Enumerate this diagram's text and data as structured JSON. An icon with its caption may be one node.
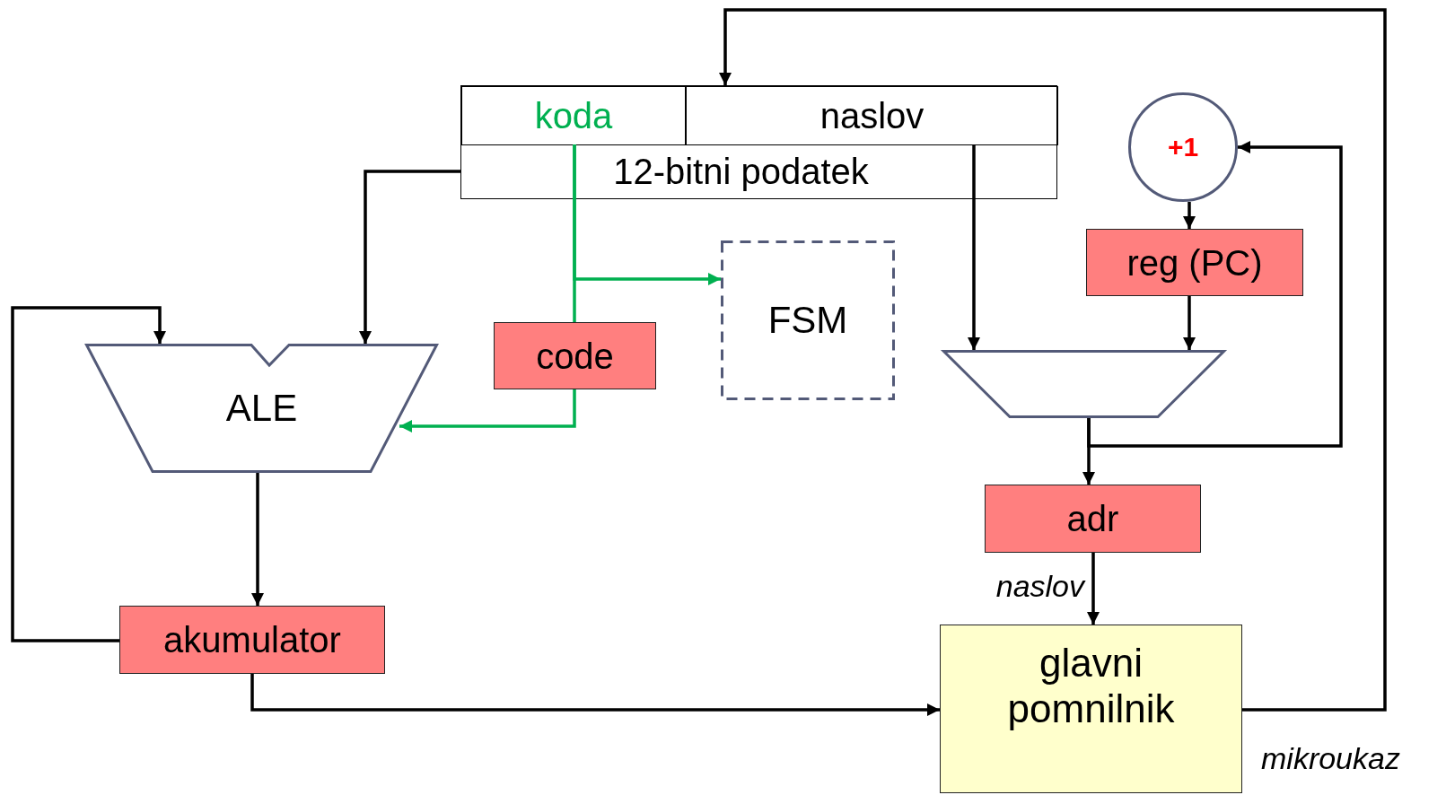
{
  "diagram": {
    "nodes": [
      {
        "text": [
          "12-bitni podatek"
        ]
      },
      {
        "text": [
          "koda"
        ],
        "in": 0
      },
      {
        "text": [
          "naslov"
        ],
        "in": 0
      },
      {
        "text": [
          "FSM"
        ]
      },
      {
        "text": [
          "code"
        ]
      },
      {
        "text": [
          "ALE"
        ]
      },
      {
        "text": [
          "akumulator"
        ]
      },
      {
        "text": [
          "+1"
        ]
      },
      {
        "text": [
          "reg (PC)"
        ]
      },
      {
        "text": [],
        "shape": "trapezoid"
      },
      {
        "text": [
          "adr"
        ]
      },
      {
        "text": [
          "glavni pomnilnik"
        ]
      }
    ],
    "edges": [
      {
        "from": 11,
        "to": 0,
        "arrow": "to"
      },
      {
        "from": 0,
        "to": 5,
        "arrow": "to"
      },
      {
        "from": 1,
        "to": 3,
        "arrow": "to",
        "color": "#00b050"
      },
      {
        "from": 1,
        "to": 4,
        "arrow": "none",
        "color": "#00b050"
      },
      {
        "from": 4,
        "to": 5,
        "arrow": "to",
        "color": "#00b050"
      },
      {
        "from": 2,
        "to": 9,
        "arrow": "to"
      },
      {
        "from": 7,
        "to": 8,
        "arrow": "to"
      },
      {
        "from": 8,
        "to": 9,
        "arrow": "to"
      },
      {
        "from": 9,
        "to": 10,
        "arrow": "to"
      },
      {
        "from": 9,
        "to": 7,
        "arrow": "to"
      },
      {
        "from": 10,
        "to": 11,
        "arrow": "to",
        "label": "naslov"
      },
      {
        "from": 5,
        "to": 6,
        "arrow": "to"
      },
      {
        "from": 6,
        "to": 5,
        "arrow": "to"
      },
      {
        "from": 6,
        "to": 11,
        "arrow": "to"
      }
    ],
    "labels": [
      "mikroukaz"
    ]
  }
}
